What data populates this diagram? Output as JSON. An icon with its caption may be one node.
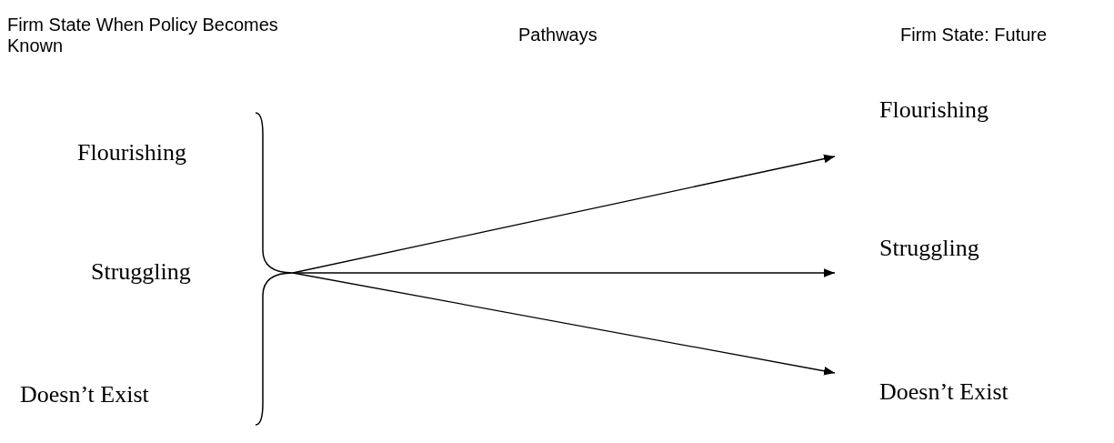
{
  "diagram": {
    "nodes": [
      {
        "text": [
          "Flourishing"
        ]
      },
      {
        "text": [
          "Struggling"
        ]
      },
      {
        "text": [
          "Doesn’t Exist"
        ]
      },
      {
        "text": [],
        "shape": "bracket"
      },
      {
        "text": [
          "Flourishing"
        ]
      },
      {
        "text": [
          "Struggling"
        ]
      },
      {
        "text": [
          "Doesn’t Exist"
        ]
      }
    ],
    "edges": [
      {
        "from": 3,
        "to": 4,
        "arrow": "to"
      },
      {
        "from": 3,
        "to": 5,
        "arrow": "to"
      },
      {
        "from": 3,
        "to": 6,
        "arrow": "to"
      }
    ],
    "labels": [
      "Firm State When Policy Becomes Known",
      "Pathways",
      "Firm State: Future"
    ]
  }
}
